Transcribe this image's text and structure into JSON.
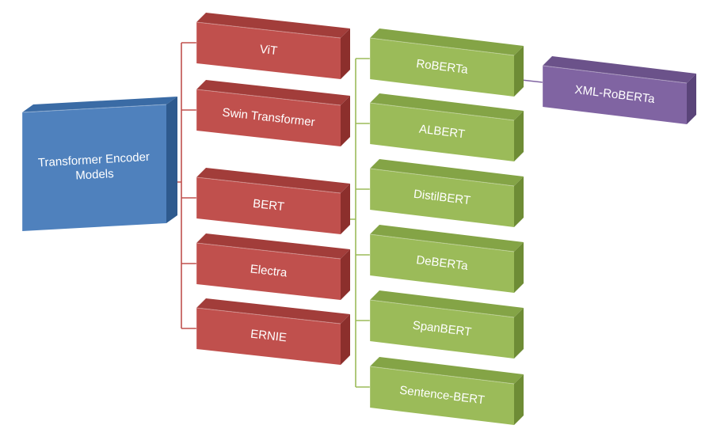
{
  "colors": {
    "blue": {
      "front": "#4F81BD",
      "side": "#2E5A8E",
      "top": "#3A6BA5",
      "text": "#FFFFFF"
    },
    "red": {
      "front": "#C0504D",
      "side": "#8C2F2C",
      "top": "#A23D3A",
      "text": "#FFFFFF"
    },
    "green": {
      "front": "#9BBB59",
      "side": "#6E8C35",
      "top": "#84A446",
      "text": "#FFFFFF"
    },
    "purple": {
      "front": "#8064A2",
      "side": "#5A4479",
      "top": "#6B528A",
      "text": "#FFFFFF"
    },
    "connector_red": "#C0504D",
    "connector_green": "#9BBB59",
    "connector_purple": "#8064A2"
  },
  "root": {
    "label": "Transformer Encoder Models",
    "color": "blue"
  },
  "level1": [
    {
      "label": "ViT",
      "color": "red"
    },
    {
      "label": "Swin Transformer",
      "color": "red"
    },
    {
      "label": "BERT",
      "color": "red"
    },
    {
      "label": "Electra",
      "color": "red"
    },
    {
      "label": "ERNIE",
      "color": "red"
    }
  ],
  "bert_variants": [
    {
      "label": "RoBERTa",
      "color": "green"
    },
    {
      "label": "ALBERT",
      "color": "green"
    },
    {
      "label": "DistilBERT",
      "color": "green"
    },
    {
      "label": "DeBERTa",
      "color": "green"
    },
    {
      "label": "SpanBERT",
      "color": "green"
    },
    {
      "label": "Sentence-BERT",
      "color": "green"
    }
  ],
  "roberta_variants": [
    {
      "label": "XML-RoBERTa",
      "color": "purple"
    }
  ]
}
